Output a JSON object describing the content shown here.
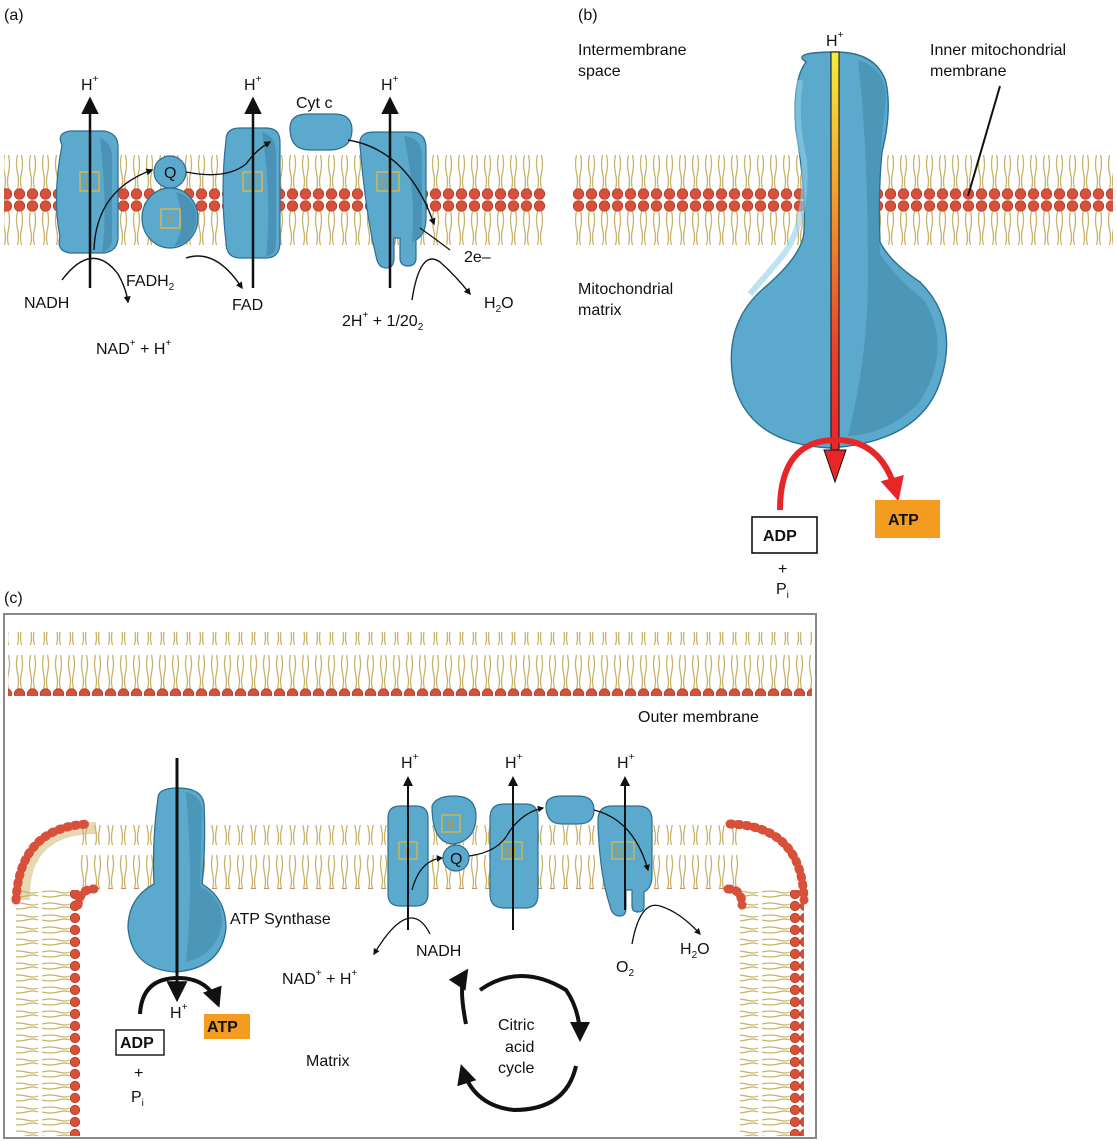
{
  "colors": {
    "protein": "#5ba9cc",
    "protein_dark": "#3f86a8",
    "protein_light": "#8fd0e8",
    "lipid_head": "#d9503a",
    "lipid_tail": "#c9b36a",
    "atp_fill": "#f39c1f",
    "arrow_red": "#e8262a",
    "roman_box": "#d8b64a"
  },
  "panel_a": {
    "panel_label": "(a)",
    "h_plus": "H",
    "plus": "+",
    "complex_labels": [
      "I",
      "II",
      "III",
      "IV"
    ],
    "q_label": "Q",
    "cyt_c": "Cyt c",
    "nadh": "NADH",
    "nad_plus_h": "NAD",
    "nad_h_rest": "+ H",
    "fadh2": "FADH",
    "fadh2_sub": "2",
    "fad": "FAD",
    "two_e": "2e–",
    "two_h": "2H",
    "half_o2": "+ 1/20",
    "half_o2_sub": "2",
    "water": "H",
    "water_sub": "2",
    "water_o": "O"
  },
  "panel_b": {
    "panel_label": "(b)",
    "intermembrane": [
      "Intermembrane",
      "space"
    ],
    "inner_membrane": [
      "Inner mitochondrial",
      "membrane"
    ],
    "matrix": [
      "Mitochondrial",
      "matrix"
    ],
    "h_plus": "H",
    "plus": "+",
    "adp": "ADP",
    "plus_sign": "+",
    "pi": "P",
    "pi_sub": "i",
    "atp": "ATP"
  },
  "panel_c": {
    "panel_label": "(c)",
    "outer_membrane": "Outer membrane",
    "atp_synthase": "ATP Synthase",
    "matrix": "Matrix",
    "h_plus": "H",
    "plus": "+",
    "adp": "ADP",
    "plus_sign": "+",
    "pi": "P",
    "pi_sub": "i",
    "atp": "ATP",
    "nad_plus_h": "NAD",
    "nad_h_rest": "+ H",
    "nadh": "NADH",
    "o2": "O",
    "o2_sub": "2",
    "water": "H",
    "water_sub": "2",
    "water_o": "O",
    "complex_labels": [
      "I",
      "II",
      "III",
      "IV"
    ],
    "q_label": "Q",
    "citric": [
      "Citric",
      "acid",
      "cycle"
    ]
  }
}
